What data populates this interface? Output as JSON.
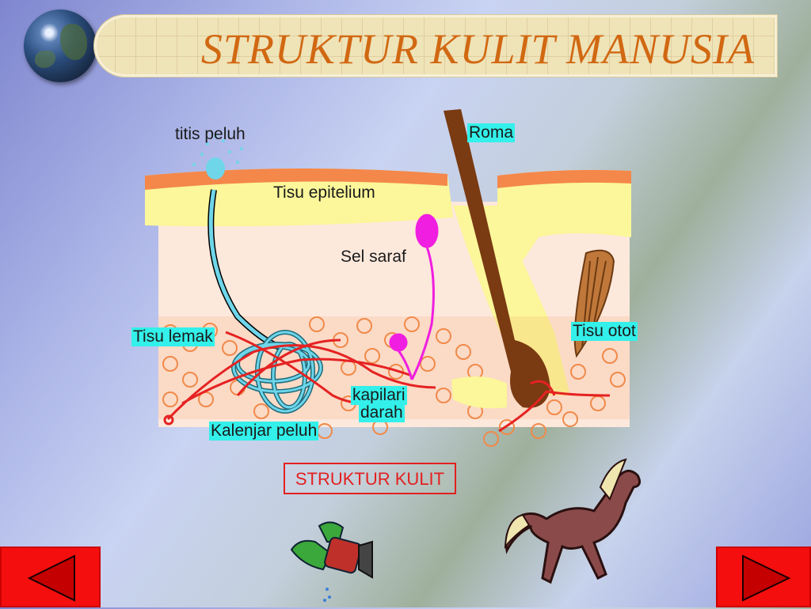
{
  "slide": {
    "title": "STRUKTUR KULIT MANUSIA",
    "caption": "STRUKTUR KULIT"
  },
  "diagram_labels": {
    "titis_peluh": "titis peluh",
    "roma": "Roma",
    "tisu_epitelium": "Tisu epitelium",
    "sel_saraf": "Sel saraf",
    "tisu_lemak": "Tisu lemak",
    "tisu_otot": "Tisu otot",
    "kapilari_darah_line1": "kapilari",
    "kapilari_darah_line2": "darah",
    "kalenjar_peluh": "Kalenjar peluh"
  },
  "navigation": {
    "prev_icon": "triangle-left-icon",
    "next_icon": "triangle-right-icon"
  },
  "colors": {
    "title": "#d16812",
    "label_highlight": "#33f0ea",
    "caption_border": "#e32020",
    "nav_button": "#f40e0e",
    "hair": "#7a3a12",
    "epidermis_top": "#f4874a",
    "epidermis": "#fbf79a",
    "dermis": "#fde8dc",
    "fat_cells": "#f08a4a",
    "capillary": "#e52222",
    "sweat_gland": "#6fd6ea",
    "nerve": "#f01ee0"
  }
}
